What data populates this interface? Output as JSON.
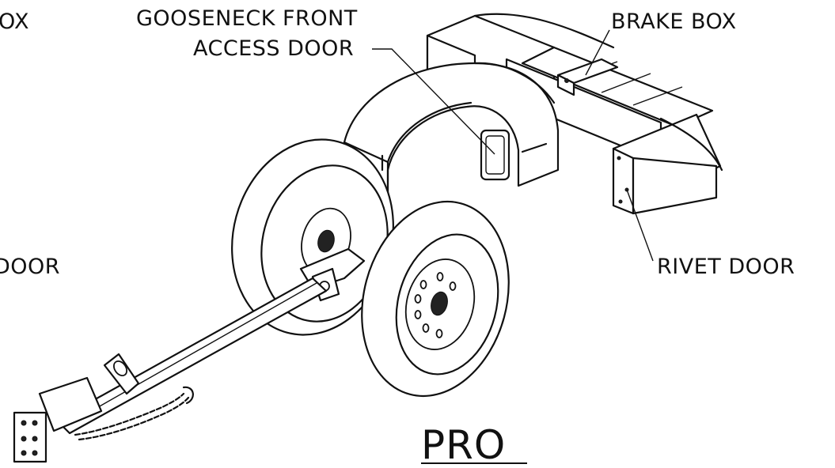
{
  "labels": {
    "left_top": "OX",
    "gooseneck_line1": "GOOSENECK FRONT",
    "gooseneck_line2": "ACCESS DOOR",
    "brake_box": "BRAKE BOX",
    "left_mid": "DOOR",
    "rivet_door": "RIVET DOOR",
    "model": "PRO"
  },
  "colors": {
    "ink": "#111111",
    "background": "#ffffff"
  }
}
